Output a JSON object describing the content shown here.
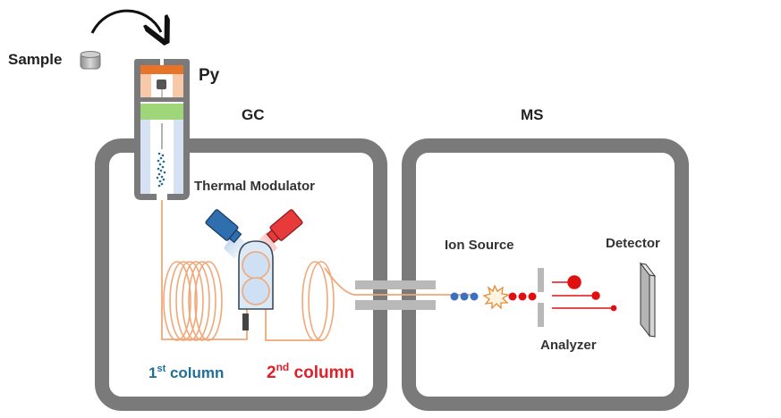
{
  "title": "Py-GCxGC-MS schematic",
  "labels": {
    "sample": "Sample",
    "pyrolyzer": "Py",
    "gc": "GC",
    "ms": "MS",
    "thermal_modulator": "Thermal Modulator",
    "ion_source": "Ion Source",
    "detector": "Detector",
    "analyzer": "Analyzer",
    "first_column_num": "1",
    "first_column_sup": "st",
    "first_column_text": " column",
    "second_column_num": "2",
    "second_column_sup": "nd",
    "second_column_text": " column"
  },
  "colors": {
    "housing": "#7a7a7a",
    "capillary": "#f0a878",
    "first_column_label": "#1f6f99",
    "second_column_label": "#e0202a",
    "cold_jet": "#2f6fb0",
    "hot_jet": "#e83a3a",
    "neutral_molecule": "#3b6fc0",
    "ion": "#e01010",
    "py_heater": "#e8742a",
    "py_body": "#f7c9a9",
    "py_liner": "#9fd67a",
    "tube_glass": "#d6e2f3"
  },
  "ion_beam": {
    "neutral_count": 3,
    "ion_count": 3,
    "ion_trajectories": 3
  }
}
